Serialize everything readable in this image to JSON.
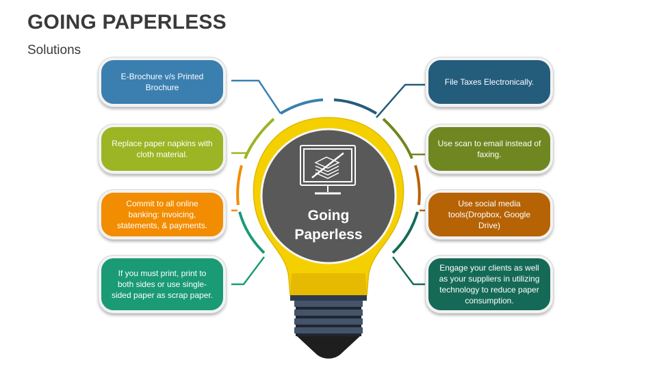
{
  "header": {
    "title": "GOING PAPERLESS",
    "subtitle": "Solutions"
  },
  "center": {
    "line1": "Going",
    "line2": "Paperless"
  },
  "center_icon": "monitor-with-crossed-paper-stack-icon",
  "left_items": [
    {
      "text": "E-Brochure v/s Printed Brochure",
      "color": "#3a7fb0"
    },
    {
      "text": "Replace paper napkins with cloth material.",
      "color": "#9bb524"
    },
    {
      "text": "Commit to all online banking: invoicing, statements, & payments.",
      "color": "#f28c00"
    },
    {
      "text": "If you must print, print to both sides or use single-sided paper as scrap paper.",
      "color": "#1a9a75"
    }
  ],
  "right_items": [
    {
      "text": "File Taxes Electronically.",
      "color": "#245c7c"
    },
    {
      "text": "Use scan to email instead of faxing.",
      "color": "#6f8720"
    },
    {
      "text": "Use social media tools(Dropbox, Google Drive)",
      "color": "#b66306"
    },
    {
      "text": "Engage your clients as well as your suppliers in utilizing technology to reduce paper consumption.",
      "color": "#156a57"
    }
  ],
  "colors": {
    "bulb_yellow": "#f5d000",
    "bulb_core": "#595959",
    "base_blue": "#44546a",
    "title_gray": "#3a3a3a"
  }
}
